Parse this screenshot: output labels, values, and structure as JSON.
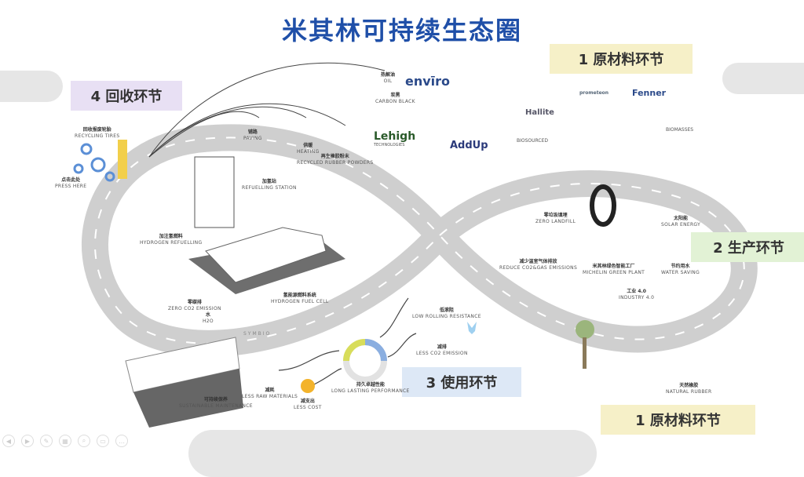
{
  "title": "米其林可持续生态圈",
  "stages": {
    "raw_top": "1 原材料环节",
    "production": "2 生产环节",
    "usage": "3 使用环节",
    "recycling": "4 回收环节",
    "raw_bottom": "1 原材料环节"
  },
  "colors": {
    "title": "#1f4fa8",
    "raw": "#f6f0c8",
    "production": "#e2f2d5",
    "usage": "#dde8f6",
    "recycling": "#e8e0f4",
    "road": "#cfcfcf"
  },
  "recycling": {
    "tires": {
      "cn": "回收报废轮胎",
      "en": "RECYCLING TIRES"
    },
    "press_here": {
      "cn": "点击此处",
      "en": "PRESS HERE"
    },
    "paving": {
      "cn": "铺路",
      "en": "PAVING"
    },
    "heating": {
      "cn": "供暖",
      "en": "HEATING"
    },
    "powders": {
      "cn": "再生橡胶粉末",
      "en": "RECYCLED RUBBER POWDERS"
    },
    "oil": {
      "cn": "热解油",
      "en": "OIL"
    },
    "carbon": {
      "cn": "炭黑",
      "en": "CARBON BLACK"
    },
    "logos": [
      "envīro",
      "Lehigh",
      "TECHNOLOGIES"
    ]
  },
  "raw": {
    "logos": [
      "Hallite",
      "AddUp",
      "Fenner",
      "prometeon"
    ],
    "biosourced": "BIOSOURCED",
    "biomasses": "BIOMASSES",
    "natural_rubber": {
      "cn": "天然橡胶",
      "en": "NATURAL RUBBER"
    }
  },
  "production": {
    "landfill": {
      "cn": "零垃圾填埋",
      "en": "ZERO LANDFILL"
    },
    "solar": {
      "cn": "太阳能",
      "en": "SOLAR ENERGY"
    },
    "emissions": {
      "cn": "减少温室气体排放",
      "en": "REDUCE CO2&GAS EMISSIONS"
    },
    "plant": {
      "cn": "米其林绿色智能工厂",
      "en": "MICHELIN GREEN PLANT"
    },
    "water": {
      "cn": "节约用水",
      "en": "WATER SAVING"
    },
    "industry": {
      "cn": "工业 4.0",
      "en": "INDUSTRY 4.0"
    }
  },
  "usage": {
    "station": {
      "cn": "加氢站",
      "en": "REFUELLING STATION"
    },
    "refuel": {
      "cn": "加注氢燃料",
      "en": "HYDROGEN REFUELLING"
    },
    "zero_co2": {
      "cn": "零碳排",
      "en": "ZERO CO2 EMISSION"
    },
    "h2o": {
      "cn": "水",
      "en": "H2O"
    },
    "fuel_cell": {
      "cn": "氢能源燃料系统",
      "en": "HYDROGEN FUEL CELL"
    },
    "symbio": "SYMBIO",
    "rolling": {
      "cn": "低滚阻",
      "en": "LOW ROLLING RESISTANCE"
    },
    "less_co2": {
      "cn": "减排",
      "en": "LESS CO2 EMISSION"
    },
    "long_lasting": {
      "cn": "持久卓越性能",
      "en": "LONG LASTING PERFORMANCE"
    },
    "raw_less": {
      "cn": "减耗",
      "en": "LESS RAW MATERIALS"
    },
    "cost": {
      "cn": "减支出",
      "en": "LESS COST"
    },
    "maintenance": {
      "cn": "可持续保养",
      "en": "SUSTAINABLE MAINTENANCE"
    }
  },
  "controls": [
    "previous",
    "next",
    "pen",
    "slides",
    "zoom",
    "subtitles",
    "more"
  ]
}
